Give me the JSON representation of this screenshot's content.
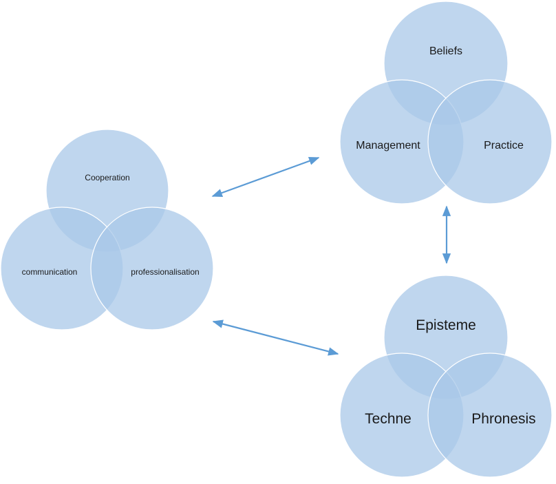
{
  "diagram": {
    "colors": {
      "circle_fill": "#a9c8e8",
      "circle_stroke": "#ffffff",
      "arrow": "#5b9bd5",
      "text": "#1a1a1a"
    },
    "groups": {
      "left": {
        "top": "Cooperation",
        "left": "communication",
        "right": "professionalisation"
      },
      "top_right": {
        "top": "Beliefs",
        "left": "Management",
        "right": "Practice"
      },
      "bottom_right": {
        "top": "Episteme",
        "left": "Techne",
        "right": "Phronesis"
      }
    },
    "connectors": [
      {
        "name": "left-to-top-right",
        "type": "bidirectional"
      },
      {
        "name": "top-right-to-bottom-right",
        "type": "bidirectional"
      },
      {
        "name": "left-to-bottom-right",
        "type": "bidirectional"
      }
    ]
  }
}
